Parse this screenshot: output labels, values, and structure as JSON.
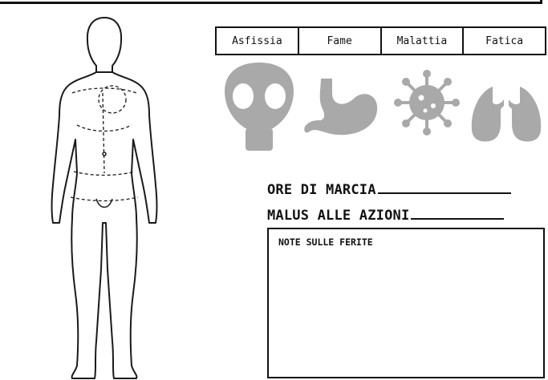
{
  "conditions": {
    "items": [
      {
        "label": "Asfissia",
        "icon": "gas-mask-icon"
      },
      {
        "label": "Fame",
        "icon": "stomach-icon"
      },
      {
        "label": "Malattia",
        "icon": "virus-icon"
      },
      {
        "label": "Fatica",
        "icon": "lungs-icon"
      }
    ]
  },
  "fields": {
    "march_hours": "ORE DI MARCIA",
    "action_malus": "MALUS ALLE AZIONI"
  },
  "notes": {
    "title": "NOTE SULLE FERITE"
  },
  "colors": {
    "icon_gray": "#a9a9a9",
    "ink": "#111111"
  }
}
